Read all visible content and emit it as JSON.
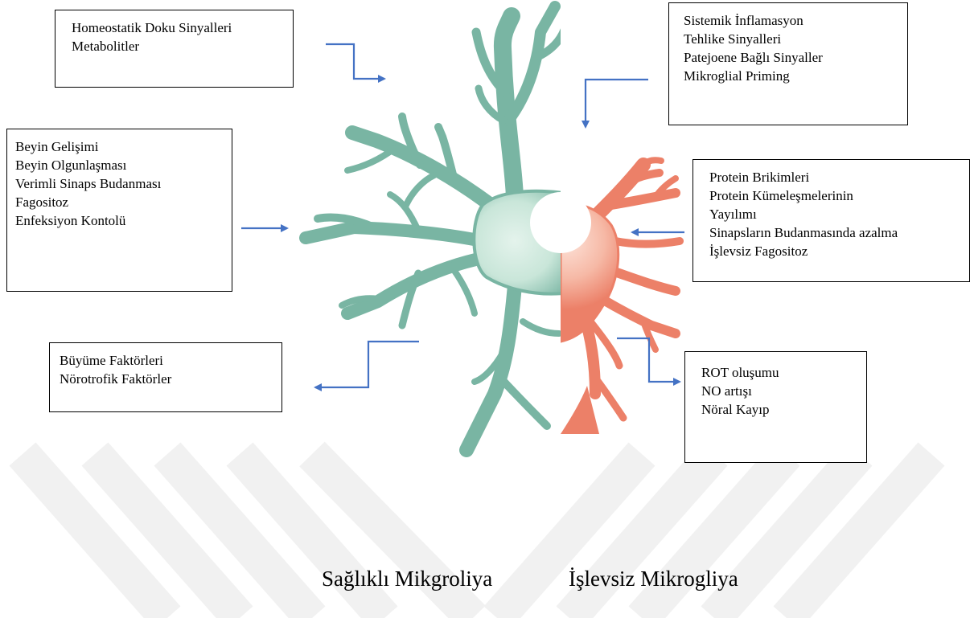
{
  "colors": {
    "healthy_cell": "#79b5a3",
    "healthy_core": "#dcefe6",
    "dysfunctional_cell": "#ec8068",
    "dysfunctional_core": "#fad5c8",
    "arrow": "#4472c4",
    "watermark": "#f1f1f1"
  },
  "boxes": {
    "homeostatic": [
      "Homeostatik Doku Sinyalleri",
      "Metabolitler"
    ],
    "systemic": [
      "Sistemik İnflamasyon",
      "Tehlike Sinyalleri",
      "Patejoene Bağlı Sinyaller",
      "Mikroglial Priming"
    ],
    "healthy_functions": [
      "Beyin Gelişimi",
      "Beyin Olgunlaşması",
      "Verimli Sinaps Budanması",
      "Fagositoz",
      "Enfeksiyon Kontolü"
    ],
    "protein": [
      "Protein Brikimleri",
      "Protein Kümeleşmelerinin",
      "Yayılımı",
      "Sinapsların Budanmasında azalma",
      "İşlevsiz Fagositoz"
    ],
    "growth": [
      "Büyüme Faktörleri",
      "Nörotrofik Faktörler"
    ],
    "rot": [
      "ROT oluşumu",
      "NO artışı",
      "Nöral Kayıp"
    ]
  },
  "captions": {
    "healthy": "Sağlıklı Mikgroliya",
    "dysfunctional": "İşlevsiz Mikrogliya"
  },
  "icons": [
    "microglia-cell-icon",
    "watermark-logo-icon",
    "arrow-icon"
  ]
}
